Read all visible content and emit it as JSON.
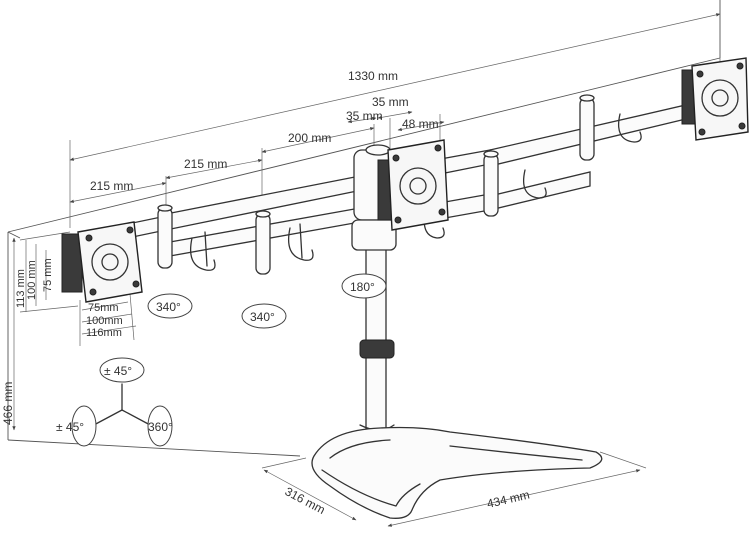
{
  "dimensions": {
    "total_width": "1330 mm",
    "mount_width": "35 mm",
    "mount_offset": "35 mm",
    "plate_offset": "48 mm",
    "arm_center": "200 mm",
    "arm_segment_outer": "215 mm",
    "arm_segment_inner": "215 mm",
    "vesa_v113": "113 mm",
    "vesa_v100": "100 mm",
    "vesa_v75": "75 mm",
    "vesa_h75": "75mm",
    "vesa_h100": "100mm",
    "vesa_h116": "116mm",
    "height": "466 mm",
    "base_depth": "316 mm",
    "base_width": "434 mm"
  },
  "rotations": {
    "arm_outer": "340°",
    "arm_inner": "340°",
    "pole": "180°",
    "tilt": "± 45°",
    "swivel": "± 45°",
    "rotate": "360°"
  }
}
